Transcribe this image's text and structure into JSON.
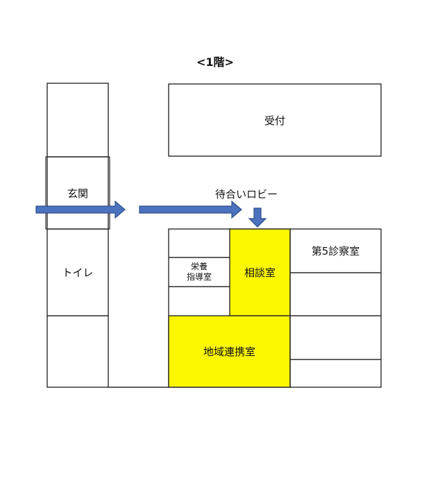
{
  "title": "<1階>",
  "colors": {
    "highlight": "#fbf700",
    "line": "#2b2b2b",
    "arrow_fill": "#4a72be",
    "arrow_stroke": "#2f4f8c",
    "background": "#ffffff"
  },
  "rooms": {
    "reception": "受付",
    "entrance": "玄関",
    "toilet": "トイレ",
    "waiting_lobby": "待合いロビー",
    "nutrition_line1": "栄養",
    "nutrition_line2": "指導室",
    "consultation": "相談室",
    "exam5": "第5診察室",
    "community": "地域連携室"
  }
}
